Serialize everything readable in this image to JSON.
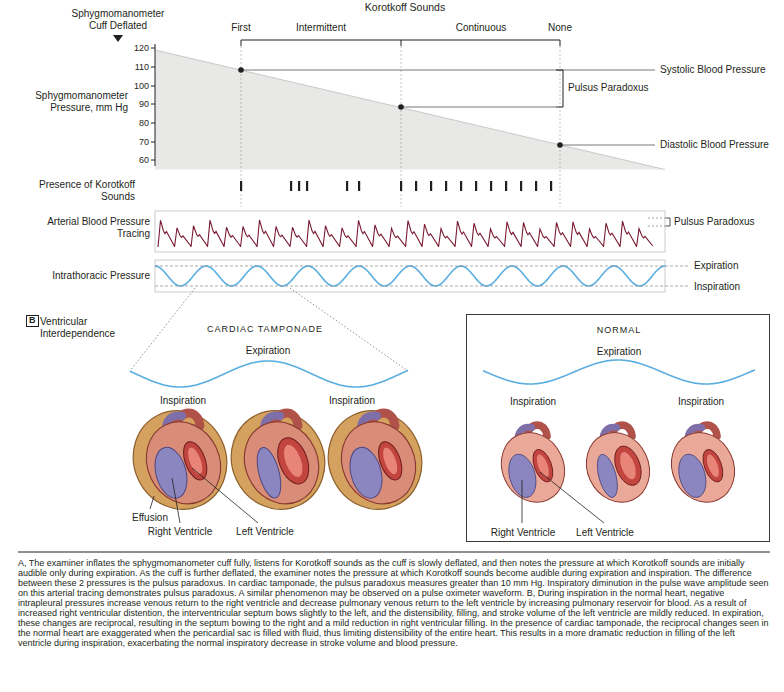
{
  "diagram": {
    "caption": "A, The examiner inflates the sphygmomanometer cuff fully, listens for Korotkoff sounds as the cuff is slowly deflated, and then notes the pressure at which Korotkoff sounds are initially audible only during expiration. As the cuff is further deflated, the examiner notes the pressure at which Korotkoff sounds become audible during expiration and inspiration. The difference between these 2 pressures is the pulsus paradoxus. In cardiac tamponade, the pulsus paradoxus measures greater than 10 mm Hg. Inspiratory diminution in the pulse wave amplitude seen on this arterial tracing demonstrates pulsus paradoxus. A similar phenomenon may be observed on a pulse oximeter waveform. B, During inspiration in the normal heart, negative intrapleural pressures increase venous return to the right ventricle and decrease pulmonary venous return to the left ventricle by increasing pulmonary reservoir for blood. As a result of increased right ventricular distention, the interventricular septum bows slightly to the left, and the distensibility, filling, and stroke volume of the left ventricle are mildly reduced. In expiration, these changes are reciprocal, resulting in the septum bowing to the right and a mild reduction in right ventricular filling. In the presence of cardiac tamponade, the reciprocal changes seen in the normal heart are exaggerated when the pericardial sac is filled with fluid, thus limiting distensibility of the entire heart. This results in a more dramatic reduction in filling of the left ventricle during inspiration, exacerbating the normal inspiratory decrease in stroke volume and blood pressure.",
    "nodes": [
      {
        "text": [
          "B",
          "Ventricular Interdependence"
        ]
      },
      {
        "text": [
          "NORMAL",
          "Expiration",
          "Inspiration",
          "Inspiration",
          "Right Ventricle",
          "Left Ventricle"
        ]
      }
    ],
    "labels": [
      "Sphygmomanometer Cuff Deflated",
      "Korotkoff Sounds",
      "First",
      "Intermittent",
      "Continuous",
      "None",
      "120",
      "110",
      "100",
      "90",
      "80",
      "70",
      "60",
      "Sphygmomanometer Pressure, mm Hg",
      "Systolic Blood Pressure",
      "Pulsus Paradoxus",
      "Diastolic Blood Pressure",
      "Presence of Korotkoff Sounds",
      "Arterial Blood Pressure Tracing",
      "Pulsus Paradoxus",
      "Intrathoracic Pressure",
      "Expiration",
      "Inspiration",
      "CARDIAC TAMPONADE",
      "Expiration",
      "Inspiration",
      "Inspiration",
      "Effusion",
      "Right Ventricle",
      "Left Ventricle"
    ]
  }
}
